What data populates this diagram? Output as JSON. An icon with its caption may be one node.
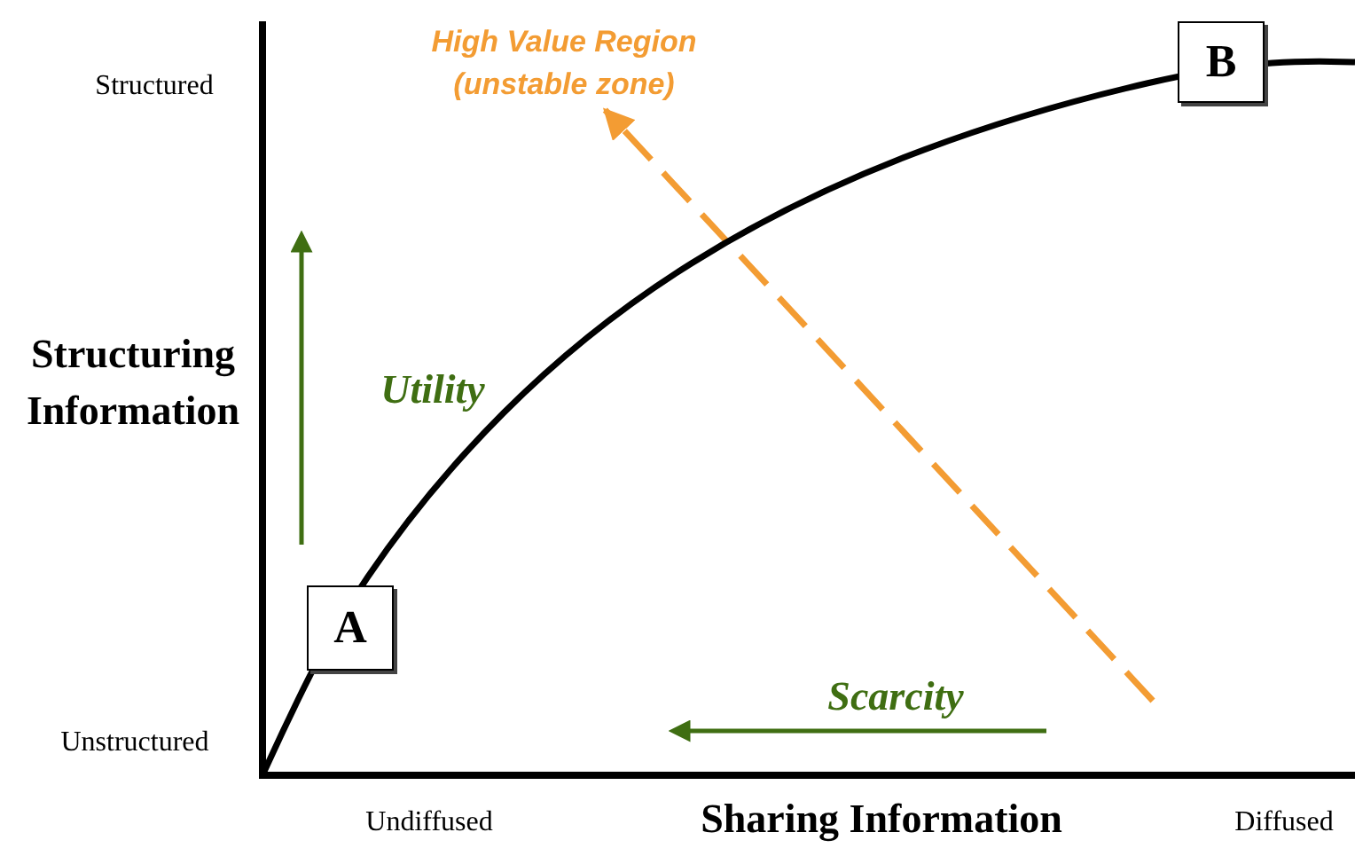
{
  "diagram": {
    "nodes": [
      {
        "text": [
          "A"
        ]
      },
      {
        "text": [
          "B"
        ]
      },
      {
        "text": [
          "High Value Region (unstable zone)"
        ]
      }
    ],
    "edges": [
      {
        "from": null,
        "to": 2,
        "arrow": "to",
        "style": "dashed",
        "color": "#f39c33"
      }
    ],
    "labels": [
      "Structured",
      "Structuring Information",
      "Utility",
      "Unstructured",
      "Scarcity",
      "Undiffused",
      "Sharing Information",
      "Diffused"
    ]
  }
}
